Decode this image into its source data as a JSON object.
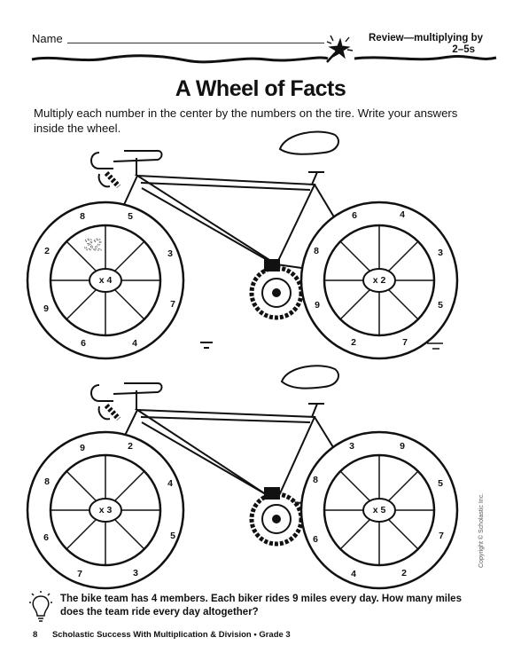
{
  "header": {
    "name_label": "Name",
    "topic_line1": "Review—multiplying by",
    "topic_line2": "2–5s"
  },
  "title": "A Wheel of Facts",
  "directions": "Multiply each number in the center by the numbers on the tire. Write your answers inside the wheel.",
  "wheels": [
    {
      "center": "x 4",
      "numbers": [
        "5",
        "3",
        "7",
        "4",
        "6",
        "9",
        "2",
        "8"
      ],
      "sample_answer": "32"
    },
    {
      "center": "x 2",
      "numbers": [
        "4",
        "3",
        "5",
        "7",
        "2",
        "9",
        "8",
        "6"
      ]
    },
    {
      "center": "x 3",
      "numbers": [
        "2",
        "4",
        "5",
        "3",
        "7",
        "6",
        "8",
        "9"
      ]
    },
    {
      "center": "x 5",
      "numbers": [
        "9",
        "5",
        "7",
        "2",
        "4",
        "6",
        "8",
        "3"
      ]
    }
  ],
  "question": "The bike team has 4 members. Each biker rides 9 miles every day. How many miles does the team ride every day altogether?",
  "footer": {
    "page": "8",
    "book": "Scholastic Success With Multiplication & Division • Grade 3"
  },
  "copyright": "Copyright © Scholastic Inc.",
  "icons": [
    "star-burst-icon",
    "lightbulb-icon"
  ]
}
